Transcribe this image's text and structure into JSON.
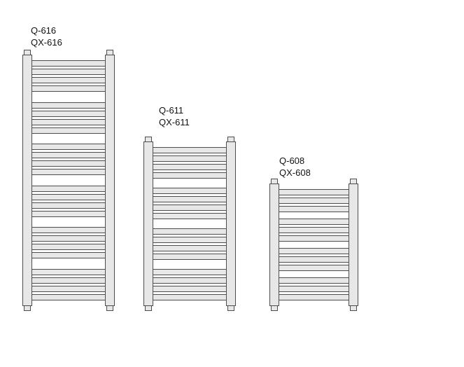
{
  "colors": {
    "background": "#ffffff",
    "fill": "#e7e7e7",
    "outline": "#4d4d4d",
    "label_text": "#111111"
  },
  "radiators": [
    {
      "model_q": "Q-616",
      "model_qx": "QX-616",
      "tube_groups": [
        4,
        4,
        4,
        4,
        4,
        4
      ]
    },
    {
      "model_q": "Q-611",
      "model_qx": "QX-611",
      "tube_groups": [
        4,
        4,
        4,
        4
      ]
    },
    {
      "model_q": "Q-608",
      "model_qx": "QX-608",
      "tube_groups": [
        3,
        3,
        3,
        3
      ]
    }
  ]
}
